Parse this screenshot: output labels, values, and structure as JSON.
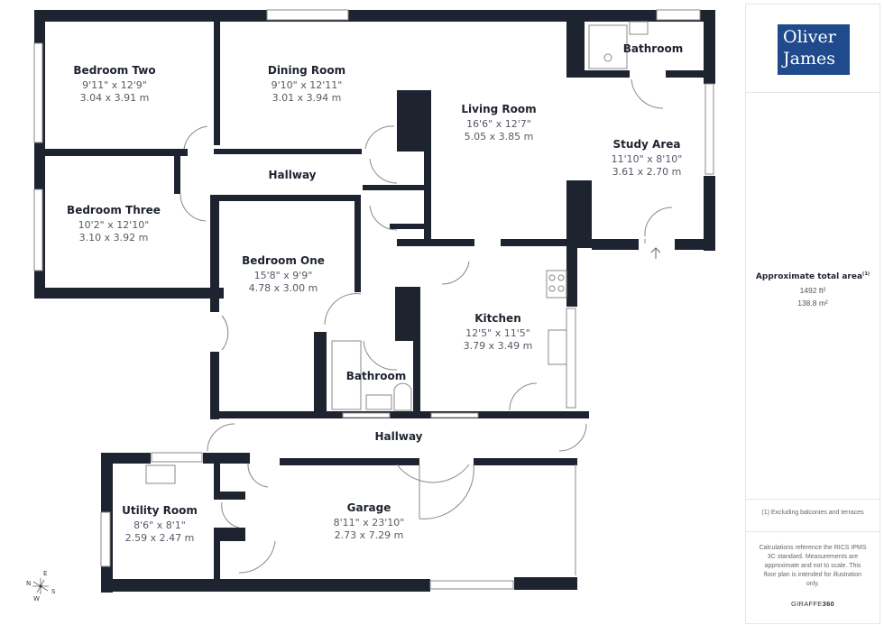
{
  "brand": {
    "logo_line1": "Oliver",
    "logo_line2": "James",
    "logo_color": "#1f4a8c",
    "footer_prefix": "GIRAFFE",
    "footer_suffix": "360"
  },
  "summary": {
    "title": "Approximate total area",
    "footnote_marker": "(1)",
    "area_ft": "1492 ft²",
    "area_m": "138.8 m²",
    "footnote": "(1) Excluding balconies and terraces",
    "disclaimer": "Calculations reference the RICS IPMS 3C standard. Measurements are approximate and not to scale. This floor plan is intended for illustration only."
  },
  "compass": {
    "n": "N",
    "e": "E",
    "s": "S",
    "w": "W"
  },
  "colors": {
    "wall": "#1e2330",
    "window": "#ffffff",
    "door": "#888888"
  },
  "rooms": [
    {
      "name": "Bedroom Two",
      "imperial": "9'11\" x 12'9\"",
      "metric": "3.04 x 3.91 m"
    },
    {
      "name": "Dining Room",
      "imperial": "9'10\" x 12'11\"",
      "metric": "3.01 x 3.94 m"
    },
    {
      "name": "Living Room",
      "imperial": "16'6\" x 12'7\"",
      "metric": "5.05 x 3.85 m"
    },
    {
      "name": "Bathroom"
    },
    {
      "name": "Study Area",
      "imperial": "11'10\" x 8'10\"",
      "metric": "3.61 x 2.70 m"
    },
    {
      "name": "Hallway"
    },
    {
      "name": "Bedroom Three",
      "imperial": "10'2\" x 12'10\"",
      "metric": "3.10 x 3.92 m"
    },
    {
      "name": "Bedroom One",
      "imperial": "15'8\" x 9'9\"",
      "metric": "4.78 x 3.00 m"
    },
    {
      "name": "Kitchen",
      "imperial": "12'5\" x 11'5\"",
      "metric": "3.79 x 3.49 m"
    },
    {
      "name": "Bathroom"
    },
    {
      "name": "Hallway"
    },
    {
      "name": "Utility Room",
      "imperial": "8'6\" x 8'1\"",
      "metric": "2.59 x 2.47 m"
    },
    {
      "name": "Garage",
      "imperial": "8'11\" x 23'10\"",
      "metric": "2.73 x 7.29 m"
    }
  ]
}
